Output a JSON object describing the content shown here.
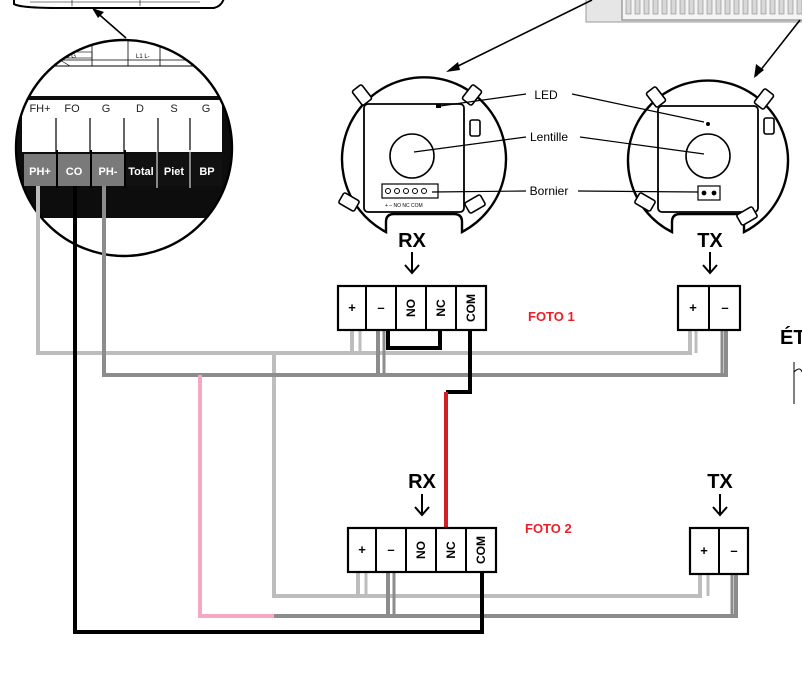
{
  "controller": {
    "header_labels": [
      "FH+",
      "FO",
      "G",
      "D",
      "S",
      "G"
    ],
    "terminals": [
      "PH+",
      "CO",
      "PH-",
      "Total",
      "Piet",
      "BP"
    ]
  },
  "rx_detector": {
    "callouts": {
      "led": "LED",
      "lens": "Lentille",
      "terminal_block": "Bornier"
    },
    "terminal_block_text": "+ – NO NC COM"
  },
  "foto1": {
    "label": "FOTO 1",
    "rx_label": "RX",
    "tx_label": "TX",
    "rx_terminals": [
      "+",
      "–",
      "NO",
      "NC",
      "COM"
    ],
    "tx_terminals": [
      "+",
      "–"
    ]
  },
  "foto2": {
    "label": "FOTO 2",
    "rx_label": "RX",
    "tx_label": "TX",
    "rx_terminals": [
      "+",
      "–",
      "NO",
      "NC",
      "COM"
    ],
    "tx_terminals": [
      "+",
      "–"
    ]
  },
  "edge_text": "ÉT",
  "colors": {
    "wire_light": "#bdbdbd",
    "wire_mid": "#8c8c8c",
    "wire_black": "#000000",
    "wire_red": "#d21f26",
    "wire_pink": "#f5a8c0",
    "foto_label": "#e8202a"
  }
}
